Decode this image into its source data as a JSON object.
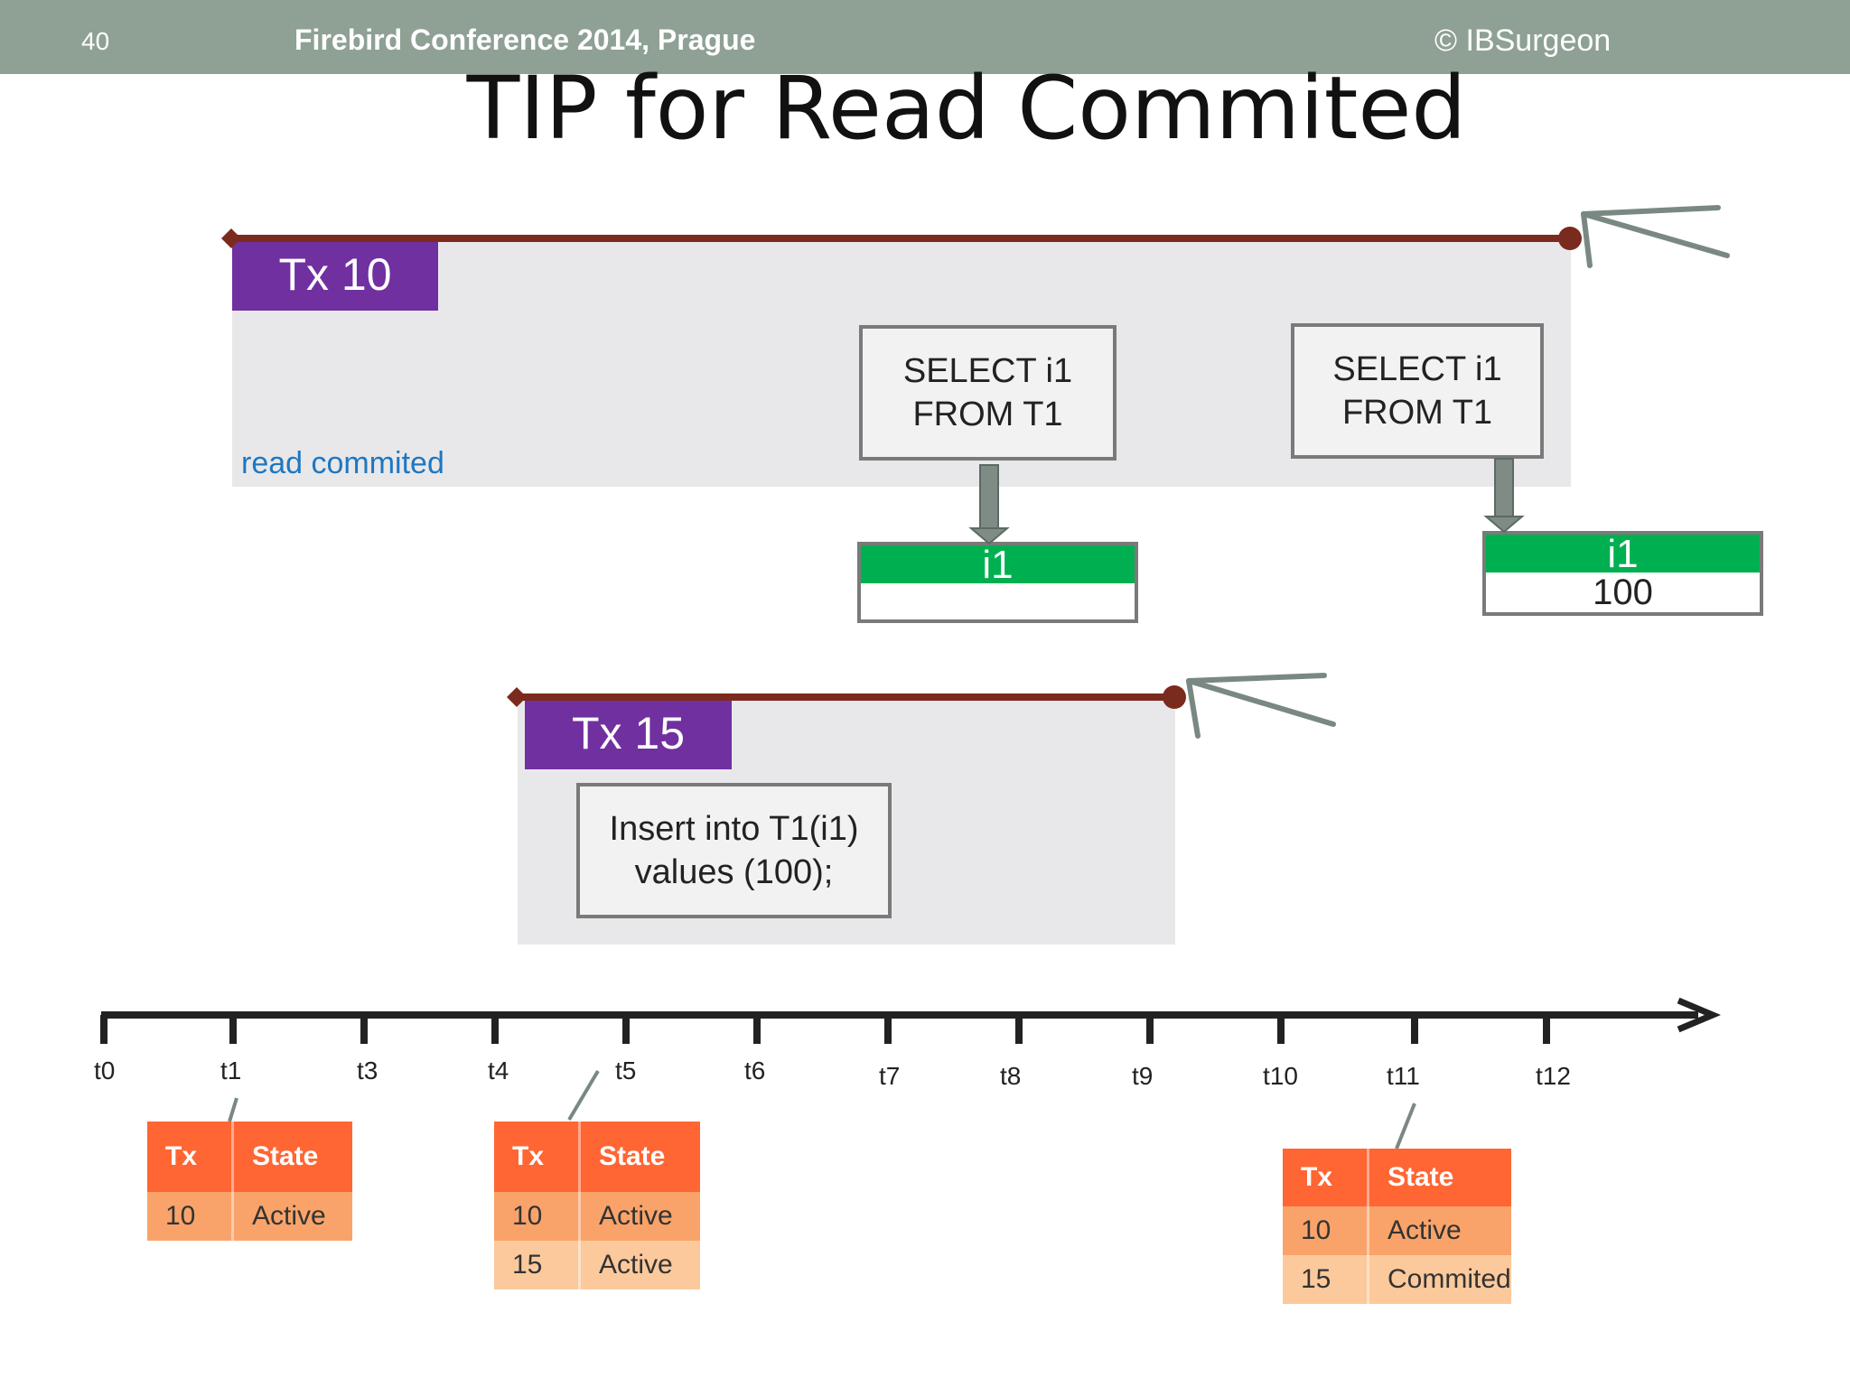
{
  "header": {
    "slide_number": "40",
    "conference": "Firebird Conference 2014, Prague",
    "copyright": "© IBSurgeon"
  },
  "title": "TIP for Read Commited",
  "tx10": {
    "label": "Tx 10",
    "isolation": "read commited",
    "select1": [
      "SELECT i1",
      "FROM T1"
    ],
    "select2": [
      "SELECT i1",
      "FROM T1"
    ],
    "result1": {
      "header": "i1",
      "value": ""
    },
    "result2": {
      "header": "i1",
      "value": "100"
    }
  },
  "tx15": {
    "label": "Tx 15",
    "statement": [
      "Insert into T1(i1)",
      "values (100);"
    ]
  },
  "timeline": {
    "ticks": [
      "t0",
      "t1",
      "t3",
      "t4",
      "t5",
      "t6",
      "t7",
      "t8",
      "t9",
      "t10",
      "t11",
      "t12"
    ]
  },
  "tip_tables": [
    {
      "headers": [
        "Tx",
        "State"
      ],
      "rows": [
        [
          "10",
          "Active"
        ]
      ]
    },
    {
      "headers": [
        "Tx",
        "State"
      ],
      "rows": [
        [
          "10",
          "Active"
        ],
        [
          "15",
          "Active"
        ]
      ]
    },
    {
      "headers": [
        "Tx",
        "State"
      ],
      "rows": [
        [
          "10",
          "Active"
        ],
        [
          "15",
          "Commited"
        ]
      ]
    }
  ],
  "colors": {
    "header_bg": "#8fa095",
    "tx_label": "#7030a0",
    "lifeline": "#7b2a1e",
    "result_header": "#00b050",
    "table_header": "#ff6633",
    "table_row1": "#f9a36a",
    "table_row2": "#fcc99c",
    "link_text": "#1f77c0"
  }
}
